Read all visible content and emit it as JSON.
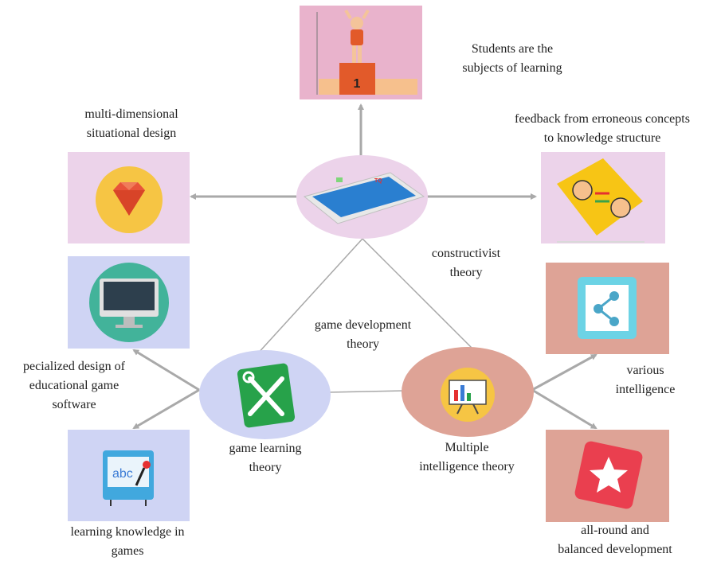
{
  "nodes": {
    "top": {
      "label": "Students are the\nsubjects of learning",
      "icon": "podium-icon",
      "color": "#e9b3cc"
    },
    "center": {
      "icon": "tablet-icon",
      "color": "#ecd3ea"
    },
    "left_top": {
      "label": "multi-dimensional\nsituational design",
      "icon": "gem-icon",
      "color": "#ecd3ea"
    },
    "right_top": {
      "label": "feedback from erroneous concepts\nto knowledge structure",
      "icon": "exchange-icon",
      "color": "#ecd3ea"
    },
    "left_mid": {
      "label": "pecialized design of\neducational game\nsoftware",
      "icon": "monitor-icon",
      "color": "#cfd4f4"
    },
    "left_bottom": {
      "label": "learning knowledge in\ngames",
      "icon": "abc-board-icon",
      "color": "#cfd4f4"
    },
    "right_mid": {
      "label": "various\nintelligence",
      "icon": "share-icon",
      "color": "#dea396"
    },
    "right_bottom": {
      "label": "all-round and\nbalanced development",
      "icon": "star-icon",
      "color": "#dea396"
    },
    "game_learning": {
      "label": "game learning\ntheory",
      "icon": "tools-icon",
      "color": "#cfd4f4"
    },
    "multiple_intelligence": {
      "label": "Multiple\nintelligence theory",
      "icon": "presentation-icon",
      "color": "#dea396"
    }
  },
  "edges": {
    "constructivist": "constructivist\ntheory",
    "game_development": "game development\ntheory"
  },
  "arrow_color": "#a9a9a9",
  "line_color": "#a8a8a8"
}
